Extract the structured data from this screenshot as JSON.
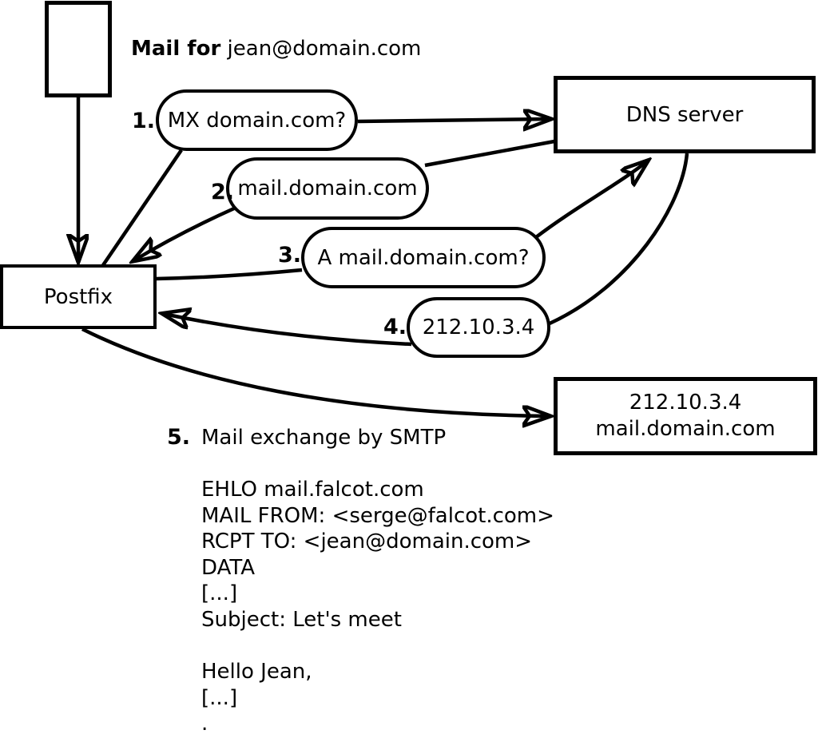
{
  "caption": {
    "bold": "Mail for",
    "normal": " jean@domain.com"
  },
  "nodes": {
    "postfix": {
      "label": "Postfix"
    },
    "dns": {
      "label": "DNS server"
    },
    "mailserver": {
      "line1": "212.10.3.4",
      "line2": "mail.domain.com"
    }
  },
  "steps": [
    {
      "num": "1.",
      "label": "MX domain.com?"
    },
    {
      "num": "2.",
      "label": "mail.domain.com"
    },
    {
      "num": "3.",
      "label": "A mail.domain.com?"
    },
    {
      "num": "4.",
      "label": "212.10.3.4"
    },
    {
      "num": "5.",
      "label": "Mail exchange by SMTP"
    }
  ],
  "smtp_session": {
    "lines": [
      "EHLO mail.falcot.com",
      "MAIL FROM: <serge@falcot.com>",
      "RCPT TO: <jean@domain.com>",
      "DATA",
      "[...]",
      "Subject: Let's meet",
      "",
      "Hello Jean,",
      "[...]",
      "."
    ]
  },
  "colors": {
    "stroke": "#000000",
    "background": "#ffffff"
  }
}
